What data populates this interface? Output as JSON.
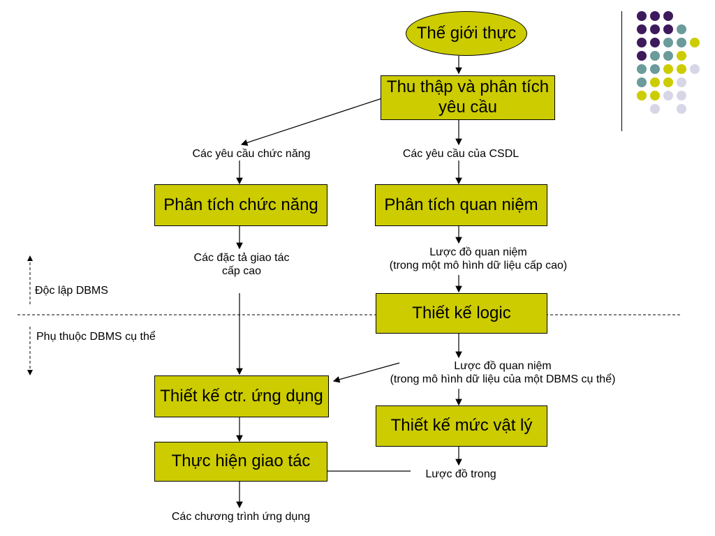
{
  "nodes": {
    "real_world": "Thế giới thực",
    "collect_analyze": "Thu thập và phân tích yêu cầu",
    "func_analysis": "Phân tích chức năng",
    "concept_analysis": "Phân tích quan niệm",
    "logic_design": "Thiết kế logic",
    "app_design": "Thiết kế ctr. ứng dụng",
    "physical_design": "Thiết kế mức vật lý",
    "transaction_impl": "Thực hiện giao tác"
  },
  "labels": {
    "func_requirements": "Các yêu cầu chức năng",
    "db_requirements": "Các yêu cầu của CSDL",
    "high_level_specs_1": "Các đặc tả giao tác",
    "high_level_specs_2": "cấp cao",
    "concept_schema_1": "Lược đồ quan niệm",
    "concept_schema_2": "(trong một mô hình dữ liệu cấp cao)",
    "dbms_independent": "Độc lập DBMS",
    "dbms_dependent": "Phụ thuộc DBMS cụ thể",
    "concept_schema_dbms_1": "Lược đồ quan niệm",
    "concept_schema_dbms_2": "(trong mô hình dữ liệu của một DBMS cụ thể)",
    "internal_schema": "Lược đồ trong",
    "app_programs": "Các chương trình ứng dụng"
  },
  "colors": {
    "box_fill": "#cccc00",
    "dot_purple": "#3d1a5c",
    "dot_teal": "#6b9b9b",
    "dot_yellow": "#cccc00",
    "dot_lavender": "#d6d6e6"
  }
}
